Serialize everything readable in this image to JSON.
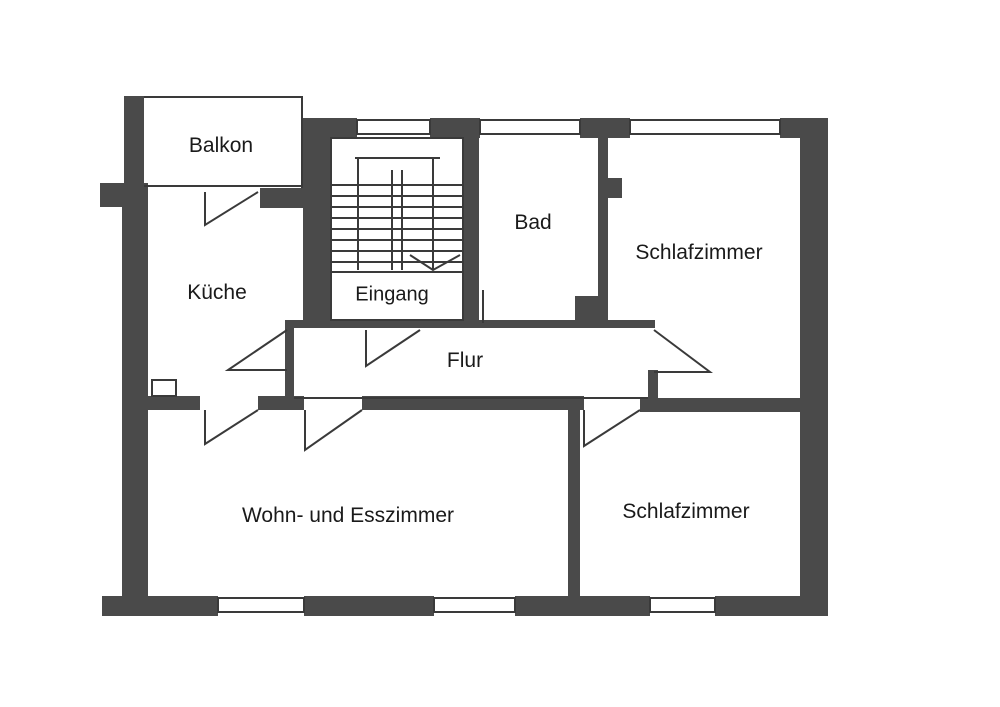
{
  "floorplan": {
    "colors": {
      "wall": "#4a4a4a",
      "wall_light": "#6a6a6a",
      "line": "#3a3a3a",
      "background": "#ffffff",
      "text": "#1a1a1a"
    },
    "rooms": {
      "balkon": "Balkon",
      "kueche": "Küche",
      "eingang": "Eingang",
      "bad": "Bad",
      "schlafzimmer_1": "Schlafzimmer",
      "flur": "Flur",
      "wohn_esszimmer": "Wohn- und Esszimmer",
      "schlafzimmer_2": "Schlafzimmer"
    }
  }
}
